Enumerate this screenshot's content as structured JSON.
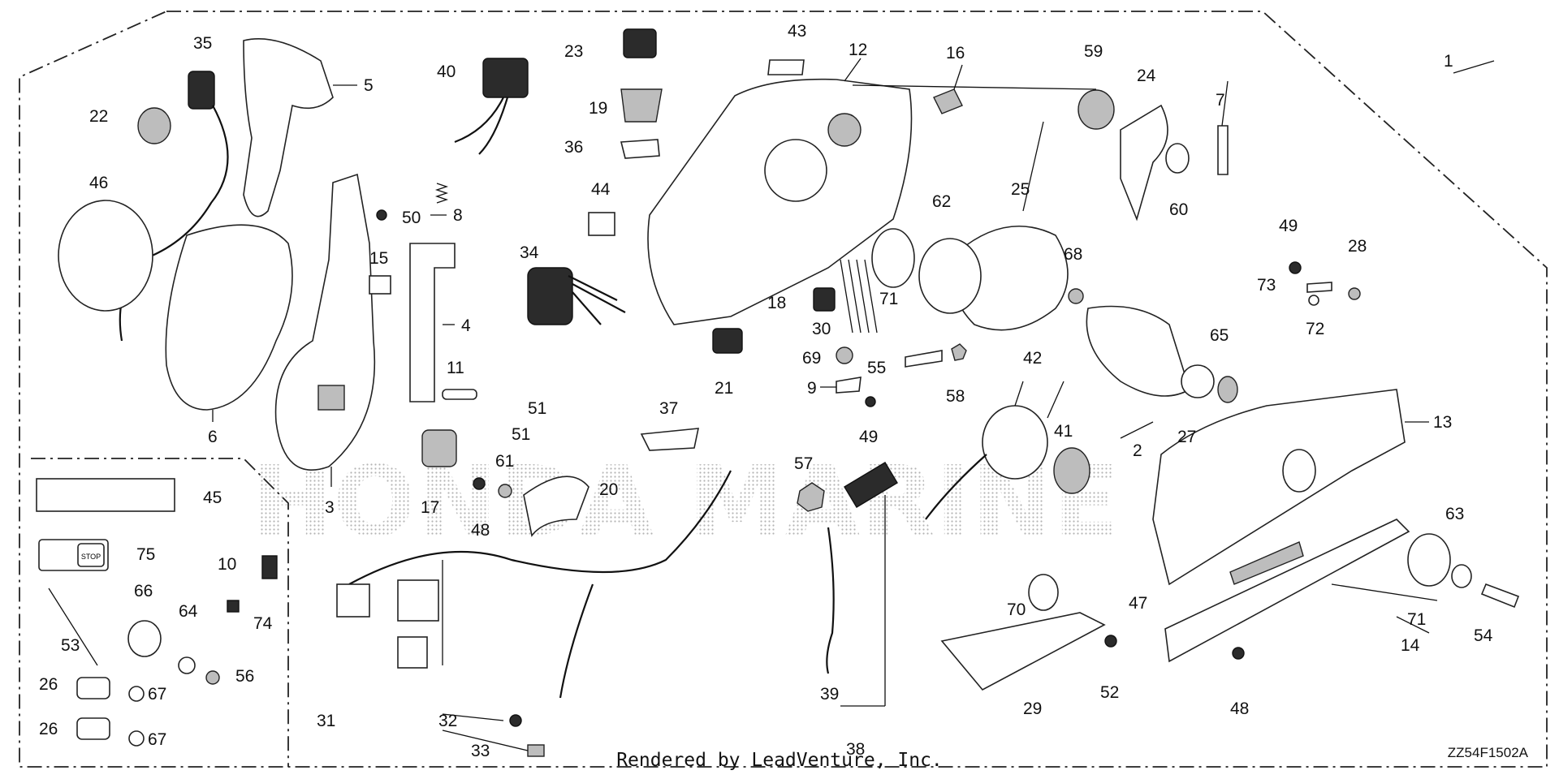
{
  "drawing_code": "ZZ54F1502A",
  "credit": "Rendered by LeadVenture, Inc.",
  "watermark": "HONDA MARINE",
  "labels": {
    "l1": "1",
    "l2": "2",
    "l3": "3",
    "l4": "4",
    "l5": "5",
    "l6": "6",
    "l7": "7",
    "l8": "8",
    "l9": "9",
    "l10": "10",
    "l11": "11",
    "l12": "12",
    "l13": "13",
    "l14": "14",
    "l15": "15",
    "l16": "16",
    "l17": "17",
    "l18": "18",
    "l19": "19",
    "l20": "20",
    "l21": "21",
    "l22": "22",
    "l23": "23",
    "l24": "24",
    "l25": "25",
    "l26a": "26",
    "l26b": "26",
    "l27": "27",
    "l28": "28",
    "l29": "29",
    "l30": "30",
    "l31": "31",
    "l32": "32",
    "l33": "33",
    "l34": "34",
    "l35": "35",
    "l36": "36",
    "l37": "37",
    "l38": "38",
    "l39": "39",
    "l40": "40",
    "l41": "41",
    "l42": "42",
    "l43": "43",
    "l44": "44",
    "l45": "45",
    "l46": "46",
    "l47": "47",
    "l48a": "48",
    "l48b": "48",
    "l49a": "49",
    "l49b": "49",
    "l50": "50",
    "l51a": "51",
    "l51b": "51",
    "l52": "52",
    "l53": "53",
    "l54": "54",
    "l55": "55",
    "l56": "56",
    "l57": "57",
    "l58": "58",
    "l59": "59",
    "l60": "60",
    "l61": "61",
    "l62": "62",
    "l63": "63",
    "l64": "64",
    "l65": "65",
    "l66": "66",
    "l67a": "67",
    "l67b": "67",
    "l68": "68",
    "l69": "69",
    "l70": "70",
    "l71a": "71",
    "l71b": "71",
    "l72": "72",
    "l73": "73",
    "l74": "74",
    "l75": "75"
  },
  "stop_sticker_text": "STOP"
}
